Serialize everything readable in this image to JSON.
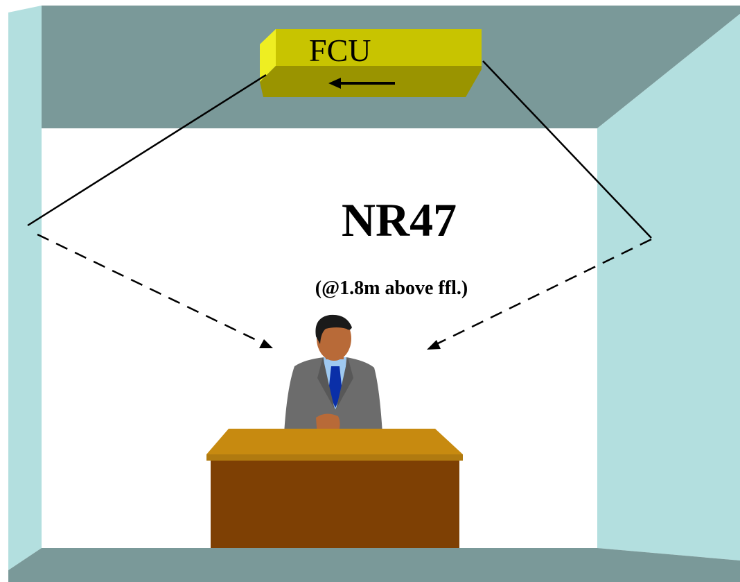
{
  "diagram": {
    "unit_label": "FCU",
    "noise_rating": "NR47",
    "measurement_note": "(@1.8m above ffl.)"
  },
  "colors": {
    "ceiling": "#7a9999",
    "side_walls": "#b3dfdf",
    "floor": "#7a9999",
    "back_wall": "#ffffff",
    "fcu_front": "#c8c400",
    "fcu_top": "#dcd84a",
    "fcu_bottom": "#9a9400",
    "fcu_side": "#eeee22",
    "desk_top": "#c78a10",
    "desk_front": "#7e4004",
    "suit": "#6c6c6c",
    "tie": "#0a2fa8",
    "skin": "#b86a38",
    "hair": "#1a1a1a",
    "shirt": "#9fc9f0"
  },
  "icons": [
    "fcu-unit-icon",
    "airflow-arrow-icon",
    "person-at-desk-icon"
  ]
}
